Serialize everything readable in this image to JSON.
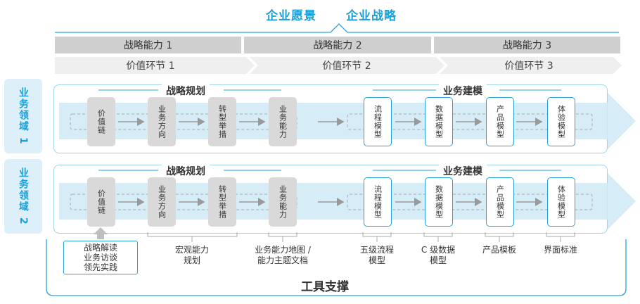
{
  "header": {
    "title_vision": "企业愿景",
    "title_strategy": "企业战略"
  },
  "capabilities": [
    "战略能力 1",
    "战略能力 2",
    "战略能力 3"
  ],
  "value_chain": [
    "价值环节 1",
    "价值环节 2",
    "价值环节 3"
  ],
  "domains": [
    {
      "label": "业务领域 1",
      "section_left": "战略规划",
      "section_right": "业务建模",
      "nodes": [
        "价值链",
        "业务方向",
        "转型举措",
        "业务能力",
        "流程模型",
        "数据模型",
        "产品模型",
        "体验模型"
      ]
    },
    {
      "label": "业务领域 2",
      "section_left": "战略规划",
      "section_right": "业务建模",
      "nodes": [
        "价值链",
        "业务方向",
        "转型举措",
        "业务能力",
        "流程模型",
        "数据模型",
        "产品模型",
        "体验模型"
      ]
    }
  ],
  "tools": {
    "first_box": [
      "战略解读",
      "业务访谈",
      "领先实践"
    ],
    "items": [
      {
        "lines": [
          "宏观能力",
          "规划"
        ]
      },
      {
        "lines": [
          "业务能力地图 /",
          "能力主题文档"
        ]
      },
      {
        "lines": [
          "五级流程",
          "模型"
        ]
      },
      {
        "lines": [
          "C 级数据",
          "模型"
        ]
      },
      {
        "lines": [
          "产品模板"
        ]
      },
      {
        "lines": [
          "界面标准"
        ]
      }
    ],
    "label": "工具支撑"
  },
  "colors": {
    "accent": "#1aa0d8",
    "grey_bar": "#cfcfcf",
    "light_bar": "#efefef",
    "tab_bg": "#ddeff8",
    "flow": "#cfe9f6"
  }
}
